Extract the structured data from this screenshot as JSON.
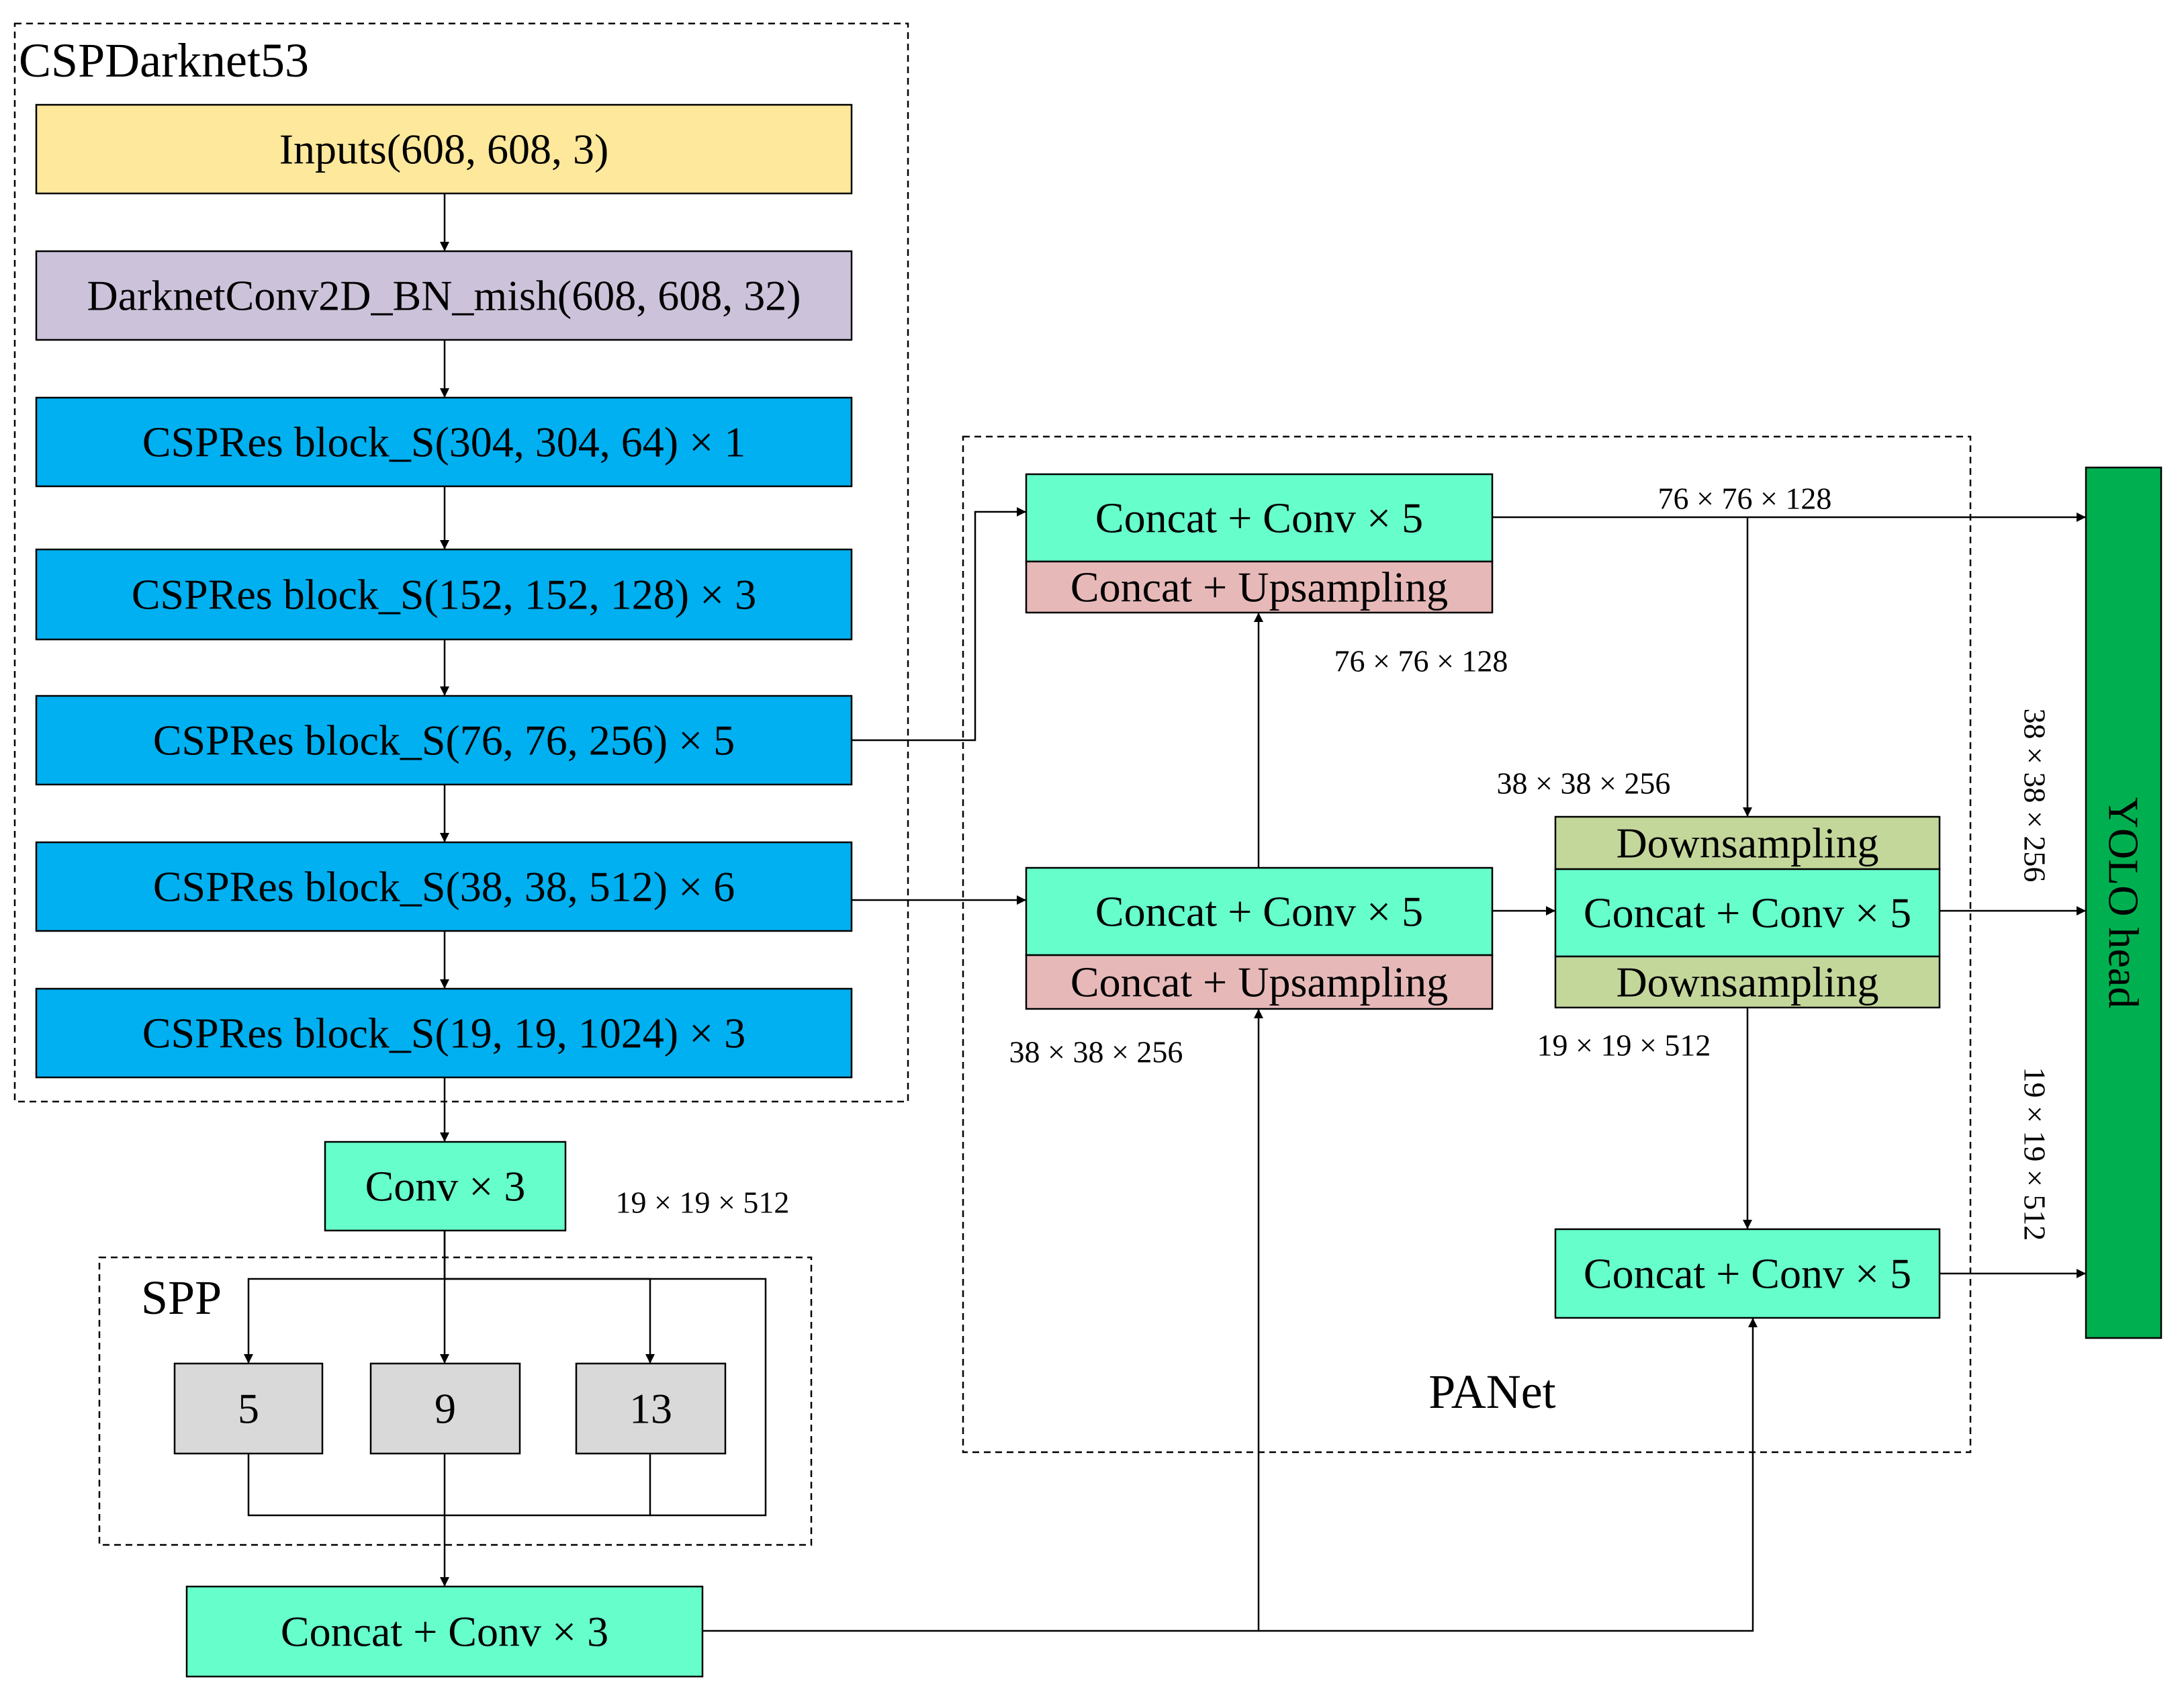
{
  "colors": {
    "input": "#fde89b",
    "darknet_conv": "#ccc2da",
    "cspres": "#00b0f0",
    "conv": "#66ffcc",
    "upsampling": "#e6b9b8",
    "downsampling": "#c4d79b",
    "pool": "#d9d9d9",
    "yolo_head": "#00b050"
  },
  "groups": {
    "backbone": "CSPDarknet53",
    "spp": "SPP",
    "panet": "PANet"
  },
  "backbone": {
    "inputs": "Inputs(608, 608, 3)",
    "darknet_conv": "DarknetConv2D_BN_mish(608, 608, 32)",
    "csp1": "CSPRes block_S(304, 304, 64) × 1",
    "csp2": "CSPRes block_S(152, 152,  128) × 3",
    "csp3": "CSPRes block_S(76, 76, 256) × 5",
    "csp4": "CSPRes block_S(38, 38, 512) × 6",
    "csp5": "CSPRes block_S(19, 19, 1024) × 3"
  },
  "neck": {
    "conv3": "Conv × 3",
    "pool_5": "5",
    "pool_9": "9",
    "pool_13": "13",
    "concat_conv3": "Concat + Conv × 3"
  },
  "panet": {
    "top_conv": "Concat + Conv × 5",
    "top_upsampling": "Concat + Upsampling",
    "mid_conv": "Concat + Conv × 5",
    "mid_upsampling": "Concat + Upsampling",
    "right_downsampling_top": "Downsampling",
    "right_conv": "Concat + Conv × 5",
    "right_downsampling_bottom": "Downsampling",
    "bottom_conv": "Concat + Conv × 5"
  },
  "head": {
    "label": "YOLO head"
  },
  "dims": {
    "spp_in": "19 × 19 × 512",
    "top_out": "76 × 76 × 128",
    "top_in": "76 × 76 × 128",
    "mid_in": "38 × 38 × 256",
    "right_in": "38 × 38 × 256",
    "right_below": "19 × 19 × 512",
    "head_38": "38 × 38 × 256",
    "head_19": "19 × 19 × 512"
  }
}
